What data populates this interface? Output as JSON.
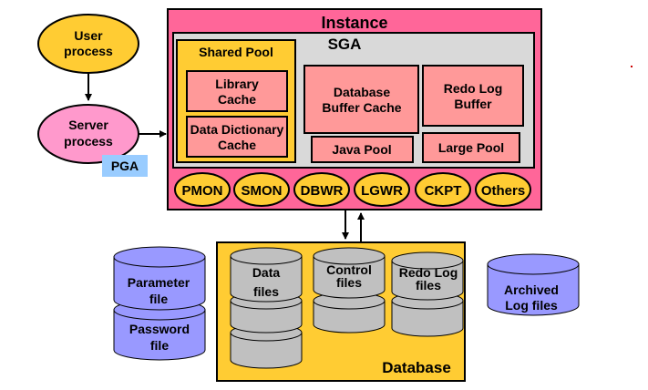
{
  "user_process": [
    "User",
    "process"
  ],
  "server_process": [
    "Server",
    "process"
  ],
  "pga": "PGA",
  "instance": {
    "title": "Instance",
    "sga": {
      "title": "SGA",
      "shared_pool": {
        "title": "Shared Pool",
        "library_cache": [
          "Library",
          "Cache"
        ],
        "data_dictionary_cache": [
          "Data Dictionary",
          "Cache"
        ]
      },
      "database_buffer_cache": [
        "Database",
        "Buffer Cache"
      ],
      "redo_log_buffer": [
        "Redo Log",
        "Buffer"
      ],
      "java_pool": "Java Pool",
      "large_pool": "Large Pool"
    },
    "background_processes": [
      "PMON",
      "SMON",
      "DBWR",
      "LGWR",
      "CKPT",
      "Others"
    ]
  },
  "database": {
    "title": "Database",
    "data_files": [
      "Data",
      "files"
    ],
    "control_files": [
      "Control",
      "files"
    ],
    "redo_log_files": [
      "Redo Log",
      "files"
    ]
  },
  "parameter_file": [
    "Parameter",
    "file"
  ],
  "password_file": [
    "Password",
    "file"
  ],
  "archived_log_files": [
    "Archived",
    "Log files"
  ],
  "colors": {
    "instance_fill": "#ff6699",
    "sga_fill": "#d9d9d9",
    "shared_pool_fill": "#ffcc33",
    "memory_box_fill": "#ff9999",
    "process_fill": "#ffcc33",
    "server_fill": "#ff99cc",
    "pga_fill": "#99ccff",
    "database_fill": "#ffcc33",
    "disk_fill": "#c0c0c0",
    "file_disk_fill": "#9999ff"
  }
}
